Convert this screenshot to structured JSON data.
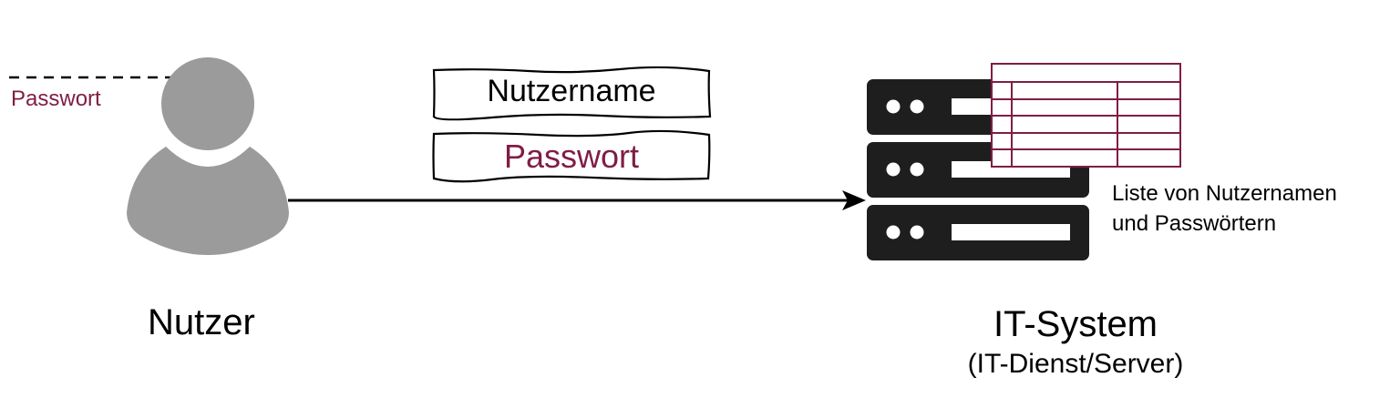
{
  "colors": {
    "accent": "#7f1d45",
    "user_gray": "#9b9b9b",
    "server_dark": "#1e1e1e",
    "text": "#000000"
  },
  "user": {
    "icon": "person-icon",
    "label": "Nutzer",
    "memorized_password_label": "Passwort"
  },
  "credentials": {
    "username_label": "Nutzername",
    "password_label": "Passwort"
  },
  "connection": {
    "icon": "arrow-right-icon",
    "from": "Nutzer",
    "to": "IT-System"
  },
  "server": {
    "icon": "server-rack-icon",
    "units": 3,
    "label": "IT-System",
    "sublabel": "(IT-Dienst/Server)"
  },
  "credential_table": {
    "icon": "table-icon",
    "rows": 5,
    "columns": 3,
    "caption_line1": "Liste von Nutzernamen",
    "caption_line2": "und Passwörtern"
  }
}
